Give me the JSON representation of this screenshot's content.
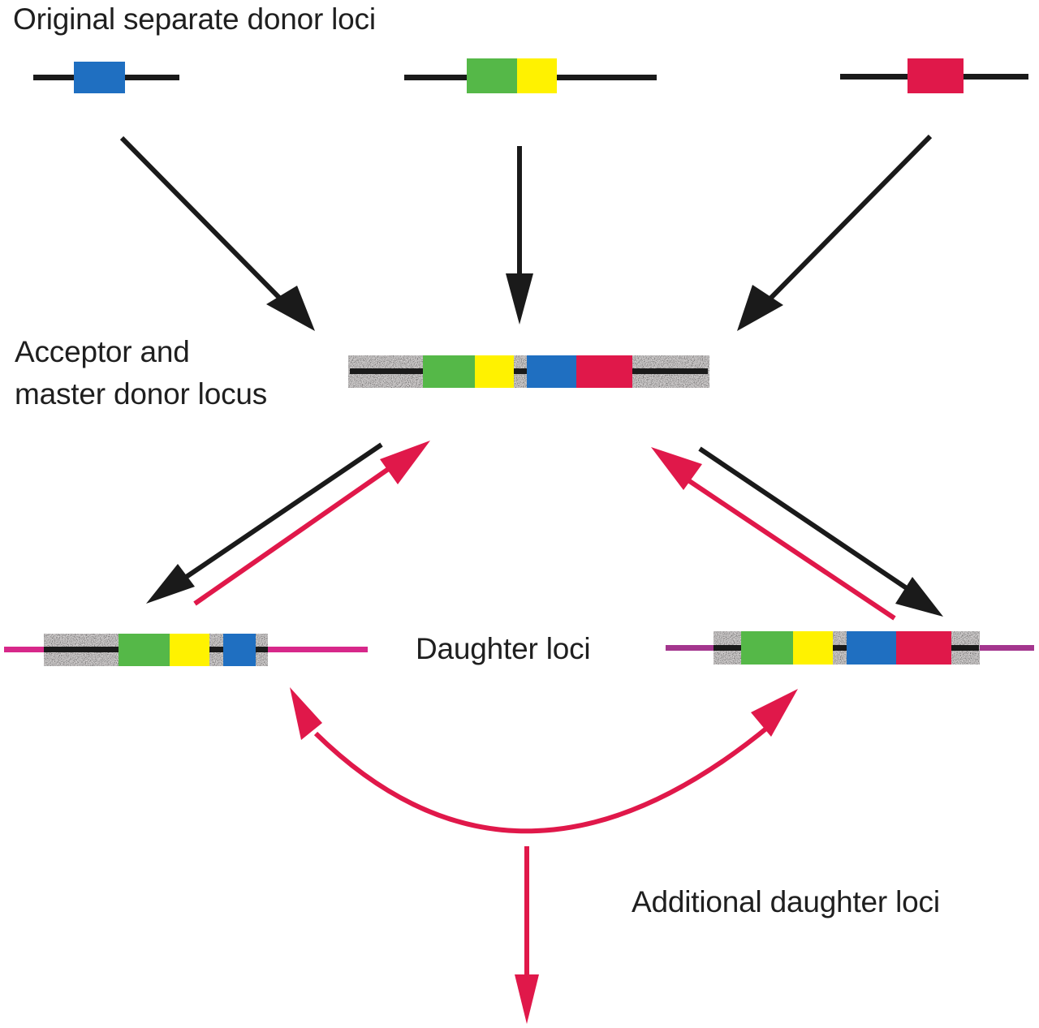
{
  "labels": {
    "title": "Original separate donor loci",
    "acceptor_line1": "Acceptor and",
    "acceptor_line2": "master donor locus",
    "daughter": "Daughter loci",
    "additional": "Additional daughter loci"
  },
  "colors": {
    "green": "#55b848",
    "yellow": "#fff200",
    "blue": "#1f6fc1",
    "red": "#e0184a",
    "black_line": "#1a1a1a",
    "gray_background": "#d3d0d0",
    "magenta_flank": "#d7288a",
    "purple_flank": "#a4368e",
    "red_arrow": "#e0184a",
    "black_arrow": "#1a1a1a"
  },
  "loci": {
    "donors": [
      {
        "name": "donor-blue",
        "segments": [
          "blue"
        ]
      },
      {
        "name": "donor-green-yellow",
        "segments": [
          "green",
          "yellow"
        ]
      },
      {
        "name": "donor-red",
        "segments": [
          "red"
        ]
      }
    ],
    "master": {
      "segments": [
        "green",
        "yellow",
        "blue",
        "red"
      ]
    },
    "daughter_left": {
      "segments": [
        "green",
        "yellow",
        "blue"
      ],
      "flank": "magenta"
    },
    "daughter_right": {
      "segments": [
        "green",
        "yellow",
        "blue",
        "red"
      ],
      "flank": "purple"
    }
  }
}
